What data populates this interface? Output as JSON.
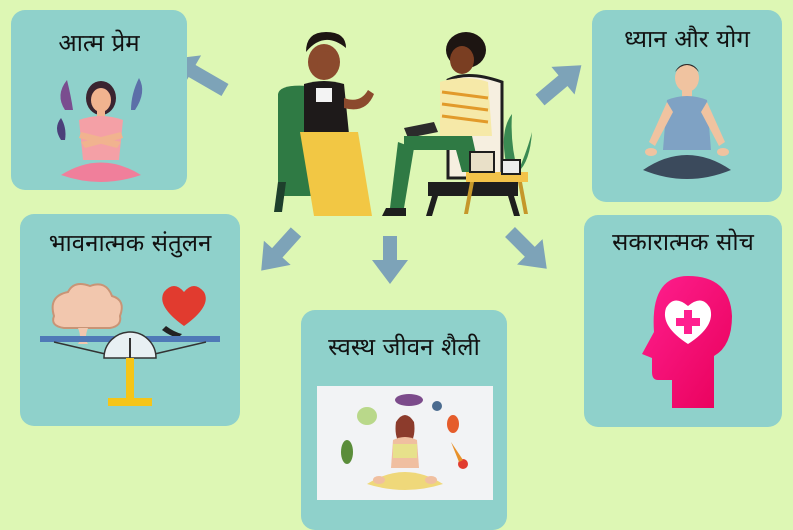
{
  "cards": {
    "self_love": {
      "title": "आत्म प्रेम"
    },
    "meditation_yoga": {
      "title": "ध्यान और योग"
    },
    "emotional_balance": {
      "title": "भावनात्मक संतुलन"
    },
    "positive_thinking": {
      "title": "सकारात्मक सोच"
    },
    "healthy_lifestyle": {
      "title": "स्वस्थ जीवन शैली"
    }
  },
  "colors": {
    "background": "#ddf7b4",
    "card": "#8fd1cb",
    "arrow": "#7da3b8",
    "pink_head": "#ff1f8f"
  },
  "icons": [
    "counseling-session-illustration",
    "self-love-woman-illustration",
    "meditating-man-illustration",
    "brain-heart-scale-illustration",
    "pink-head-heart-icon",
    "healthy-lifestyle-yoga-illustration",
    "arrow-icon"
  ]
}
